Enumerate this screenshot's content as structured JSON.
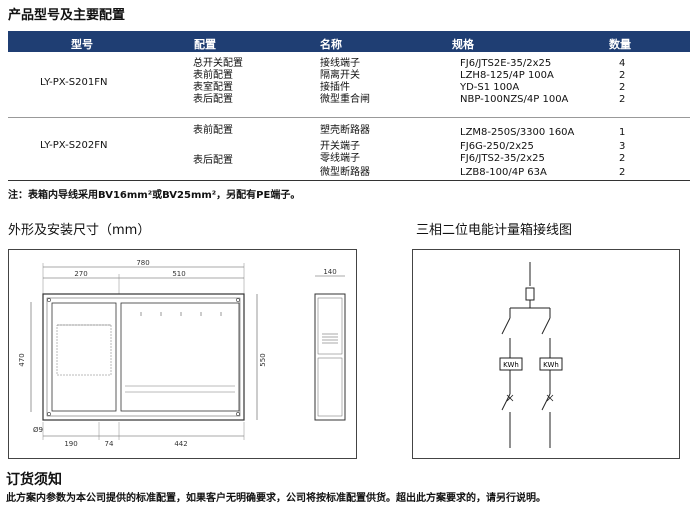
{
  "title": "产品型号及主要配置",
  "table": {
    "headers": [
      "型号",
      "配置",
      "名称",
      "规格",
      "数量"
    ],
    "groups": [
      {
        "model": "LY-PX-S201FN",
        "config": [
          "总开关配置",
          "表前配置",
          "表室配置",
          "表后配置"
        ],
        "names": [
          "接线端子",
          "隔离开关",
          "接插件",
          "微型重合闸"
        ],
        "specs": [
          "FJ6/JTS2E-35/2x25",
          "LZH8-125/4P 100A",
          "YD-S1 100A",
          "NBP-100NZS/4P 100A"
        ],
        "qty": [
          "4",
          "2",
          "2",
          "2"
        ]
      },
      {
        "model": "LY-PX-S202FN",
        "config": [
          "表前配置",
          "",
          "表后配置",
          ""
        ],
        "names": [
          "塑壳断路器",
          "开关端子",
          "零线端子",
          "微型断路器"
        ],
        "specs": [
          "LZM8-250S/3300 160A",
          "FJ6G-250/2x25",
          "FJ6/JTS2-35/2x25",
          "LZB8-100/4P 63A"
        ],
        "qty": [
          "1",
          "3",
          "2",
          "2"
        ]
      }
    ]
  },
  "note": "注：表箱内导线采用BV16mm²或BV25mm²，另配有PE端子。",
  "dims_title": "外形及安装尺寸（mm）",
  "wiring_title": "三相二位电能计量箱接线图",
  "dims": {
    "overall_width": "780",
    "left_width": "270",
    "right_width": "510",
    "height_inner": "470",
    "height_total": "550",
    "depth": "140",
    "bottom_a": "190",
    "bottom_b": "74",
    "bottom_c": "442",
    "hole": "Ø9"
  },
  "kwh_labels": [
    "KWh",
    "KWh"
  ],
  "order_title": "订货须知",
  "order_text": "此方案内参数为本公司提供的标准配置，如果客户无明确要求，公司将按标准配置供货。超出此方案要求的，请另行说明。"
}
